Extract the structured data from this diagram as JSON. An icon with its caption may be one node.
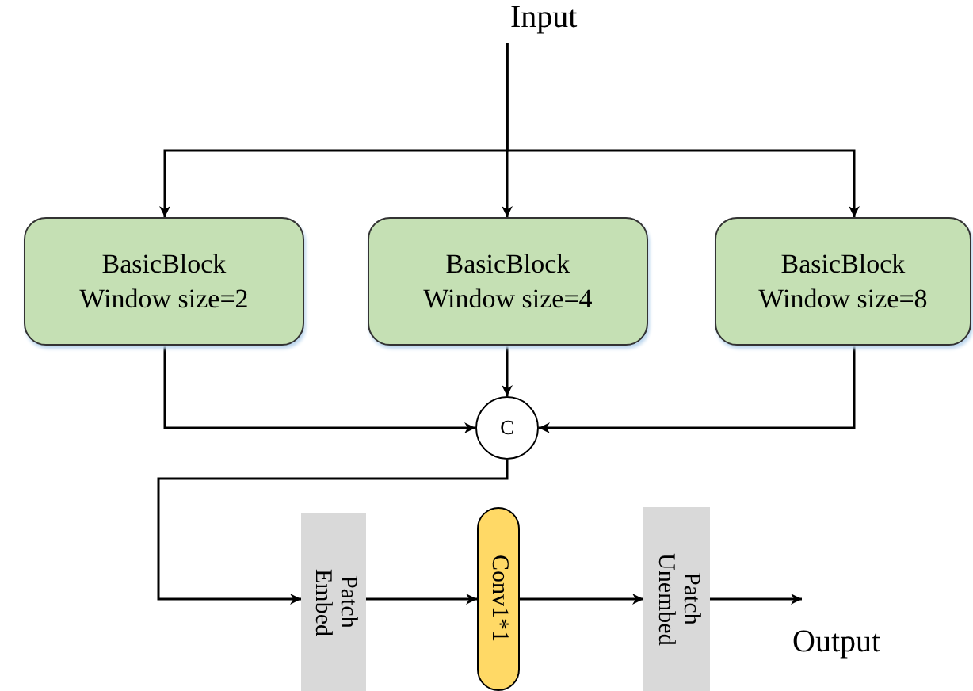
{
  "diagram": {
    "nodes": [
      {
        "text": [
          "Input"
        ]
      },
      {
        "text": [
          "BasicBlock Window size=2"
        ]
      },
      {
        "text": [
          "BasicBlock Window size=4"
        ]
      },
      {
        "text": [
          "BasicBlock Window size=8"
        ]
      },
      {
        "text": [
          "C"
        ]
      },
      {
        "text": [
          "Patch Embed"
        ]
      },
      {
        "text": [
          "Conv1*1"
        ]
      },
      {
        "text": [
          "Patch Unembed"
        ]
      }
    ],
    "edges": [
      {
        "from": 0,
        "to": 1,
        "arrow": "to"
      },
      {
        "from": 0,
        "to": 2,
        "arrow": "to"
      },
      {
        "from": 0,
        "to": 3,
        "arrow": "to"
      },
      {
        "from": 1,
        "to": 4,
        "arrow": "to"
      },
      {
        "from": 2,
        "to": 4,
        "arrow": "to"
      },
      {
        "from": 3,
        "to": 4,
        "arrow": "to"
      },
      {
        "from": 4,
        "to": 5,
        "arrow": "to"
      },
      {
        "from": 5,
        "to": 6,
        "arrow": "to"
      },
      {
        "from": 6,
        "to": 7,
        "arrow": "to"
      },
      {
        "from": 7,
        "to": null,
        "arrow": "to"
      }
    ],
    "labels": [
      "Output"
    ]
  }
}
